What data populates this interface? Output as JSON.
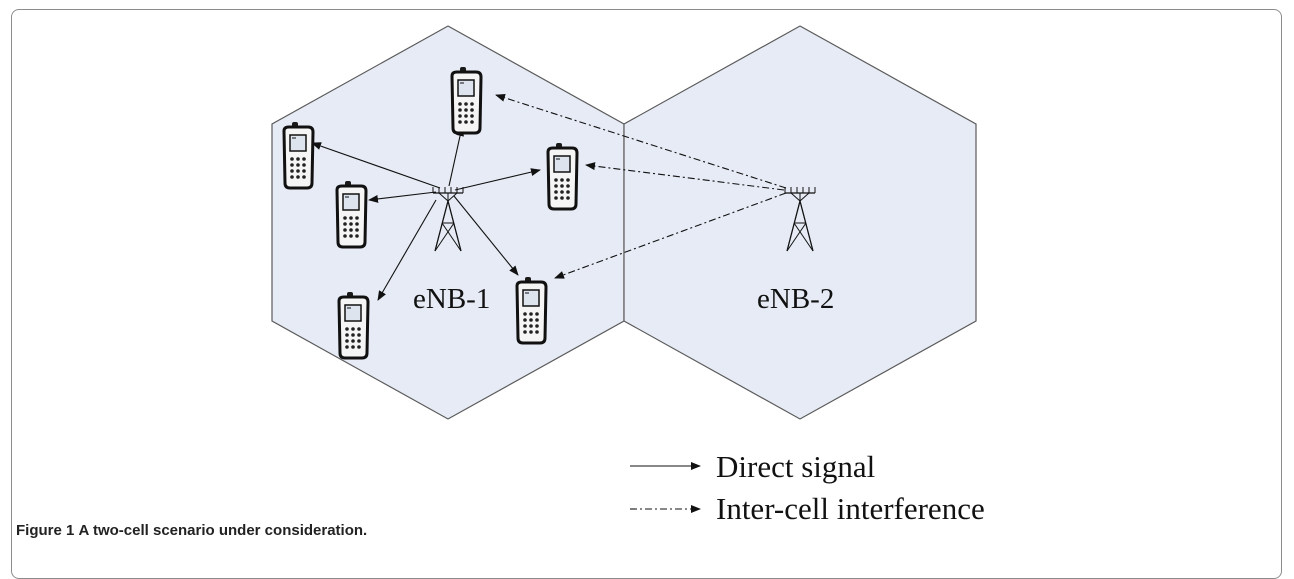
{
  "figure": {
    "label": "Figure 1",
    "caption": "A two-cell scenario under consideration."
  },
  "stations": [
    {
      "id": "eNB-1",
      "label": "eNB-1"
    },
    {
      "id": "eNB-2",
      "label": "eNB-2"
    }
  ],
  "legend": {
    "direct": "Direct signal",
    "interference": "Inter-cell interference"
  },
  "colors": {
    "cell_fill": "#e6ebf5",
    "cell_stroke": "#5a5a5a",
    "arrow": "#111111"
  }
}
